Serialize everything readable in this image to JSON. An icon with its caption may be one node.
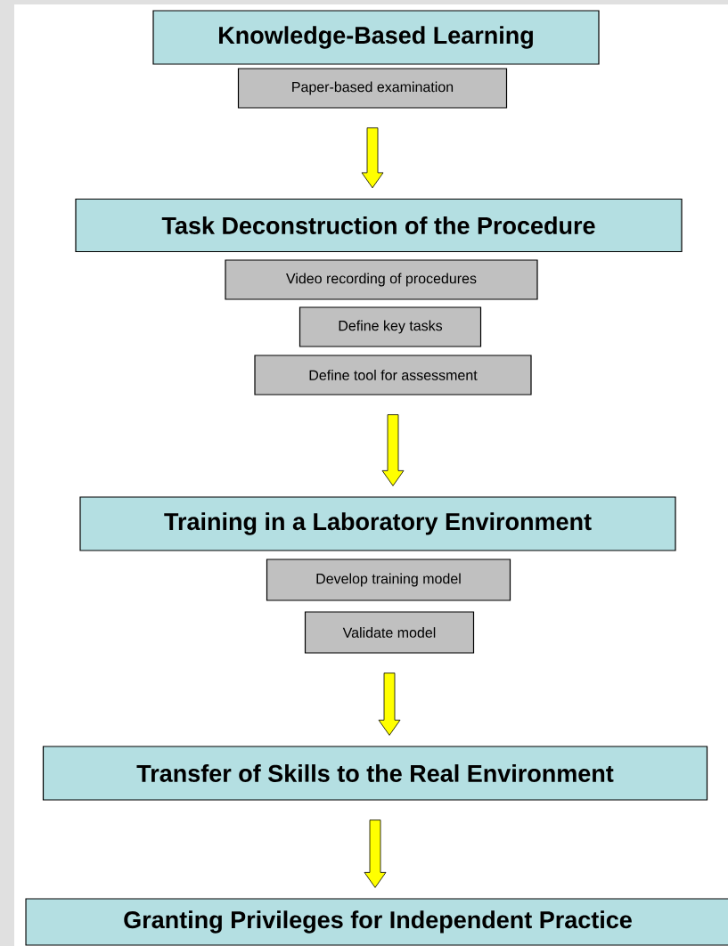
{
  "diagram": {
    "nodes": [
      {
        "text": [
          "Knowledge-Based Learning"
        ]
      },
      {
        "text": [
          "Paper-based examination"
        ]
      },
      {
        "text": [
          "Task Deconstruction of the Procedure"
        ]
      },
      {
        "text": [
          "Video recording of procedures"
        ]
      },
      {
        "text": [
          "Define key tasks"
        ]
      },
      {
        "text": [
          "Define tool for assessment"
        ]
      },
      {
        "text": [
          "Training in a Laboratory Environment"
        ]
      },
      {
        "text": [
          "Develop training model"
        ]
      },
      {
        "text": [
          "Validate model"
        ]
      },
      {
        "text": [
          "Transfer of Skills to the Real Environment"
        ]
      },
      {
        "text": [
          "Granting Privileges for Independent Practice"
        ]
      }
    ],
    "edges": [
      {
        "from": 1,
        "to": 2,
        "arrow": "to"
      },
      {
        "from": 5,
        "to": 6,
        "arrow": "to"
      },
      {
        "from": 8,
        "to": 9,
        "arrow": "to"
      },
      {
        "from": 9,
        "to": 10,
        "arrow": "to"
      }
    ]
  }
}
